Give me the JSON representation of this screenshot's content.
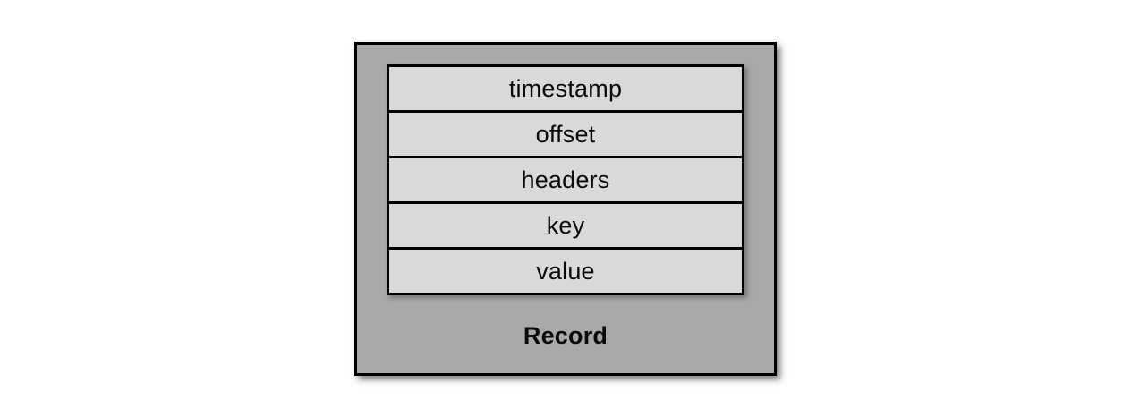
{
  "record": {
    "label": "Record",
    "fields": [
      {
        "label": "timestamp"
      },
      {
        "label": "offset"
      },
      {
        "label": "headers"
      },
      {
        "label": "key"
      },
      {
        "label": "value"
      }
    ],
    "colors": {
      "background": "#ffffff",
      "outer_box_fill": "#a9a9a9",
      "field_fill": "#d9d9d9",
      "border": "#000000",
      "text": "#0a0a0a"
    }
  }
}
